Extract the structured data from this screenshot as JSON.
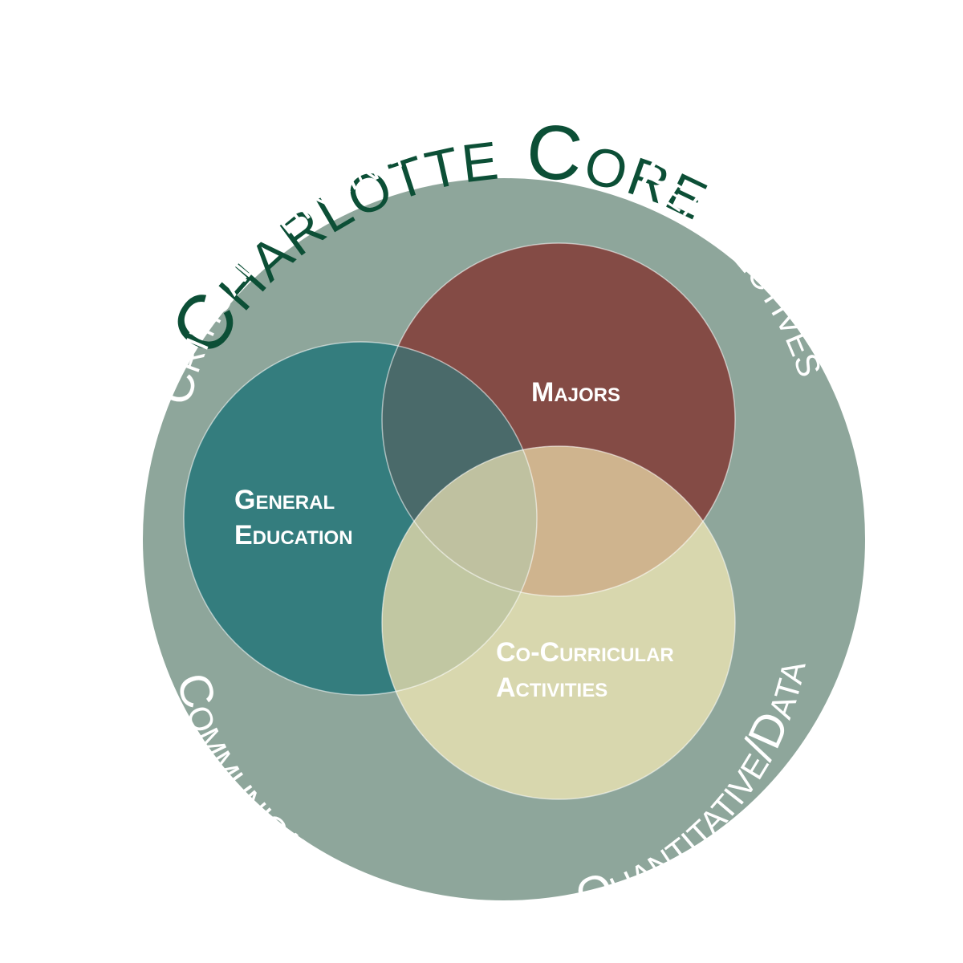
{
  "title": "Charlotte Core",
  "ring_labels": {
    "critical_thinking": "Critical Thinking",
    "perspectives": "Perspectives",
    "quantitative_data": "Quantitative/Data",
    "communication": "Communication"
  },
  "circles": {
    "general_education": {
      "line1": "General",
      "line2": "Education"
    },
    "majors": {
      "line1": "Majors"
    },
    "co_curricular": {
      "line1": "Co-Curricular",
      "line2": "Activities"
    }
  },
  "colors": {
    "title": "#0c4f36",
    "ring": "#8ea69b",
    "general_education": "#347d7e",
    "majors": "#844b45",
    "co_curricular": "#d8d7ae",
    "overlap_gen_majors": "#4a6a6a",
    "overlap_majors_cocurricular": "#cfb48e",
    "overlap_gen_cocurricular": "#c1c7a2",
    "overlap_all": "#bfc1a0",
    "ring_text": "#ffffff",
    "inner_text": "#ffffff"
  }
}
